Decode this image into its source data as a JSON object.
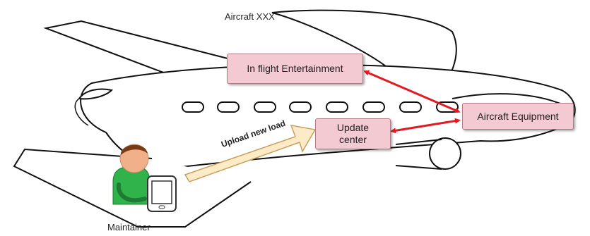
{
  "aircraft_label": "Aircraft XXX",
  "boxes": {
    "ife": "In flight Entertainment",
    "equipment": "Aircraft Equipment",
    "update_center": "Update center"
  },
  "upload_arrow_label": "Upload new load",
  "maintainer_label": "Maintainer",
  "colors": {
    "box_fill": "#f3c9d2",
    "box_border": "#b07a86",
    "arrow_red": "#e01b24",
    "upload_arrow_fill": "#fdebc8",
    "upload_arrow_border": "#c8a060",
    "outline": "#111111",
    "person_skin": "#f0b08a",
    "person_hair": "#7a3b12",
    "person_shirt": "#2fb34a"
  }
}
